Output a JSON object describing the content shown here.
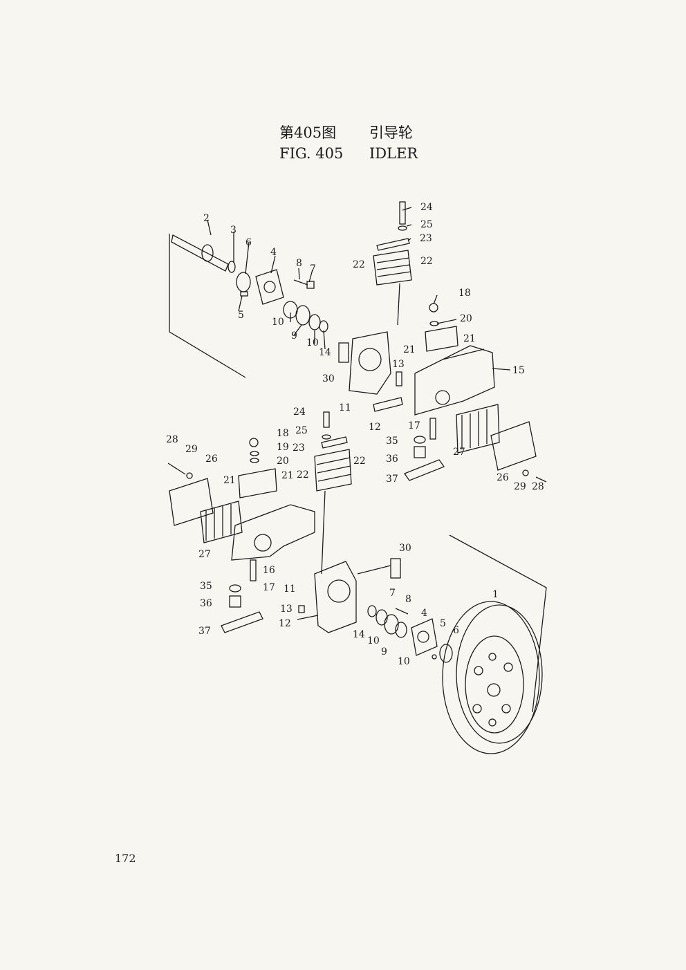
{
  "header": {
    "fig_cn": "第405图",
    "name_cn": "引导轮",
    "fig_en": "FIG. 405",
    "name_en": "IDLER"
  },
  "callouts": [
    "1",
    "2",
    "3",
    "4",
    "5",
    "6",
    "7",
    "8",
    "9",
    "10",
    "10",
    "11",
    "12",
    "13",
    "14",
    "15",
    "17",
    "18",
    "20",
    "21",
    "21",
    "22",
    "22",
    "23",
    "24",
    "25",
    "26",
    "27",
    "28",
    "29",
    "30",
    "35",
    "36",
    "37",
    "24",
    "25",
    "23",
    "22",
    "22",
    "18",
    "19",
    "20",
    "21",
    "21",
    "28",
    "29",
    "26",
    "27",
    "16",
    "17",
    "35",
    "36",
    "37",
    "11",
    "13",
    "12",
    "30",
    "14",
    "10",
    "9",
    "10",
    "7",
    "8",
    "4",
    "5",
    "6",
    "1"
  ],
  "page_number": "172"
}
